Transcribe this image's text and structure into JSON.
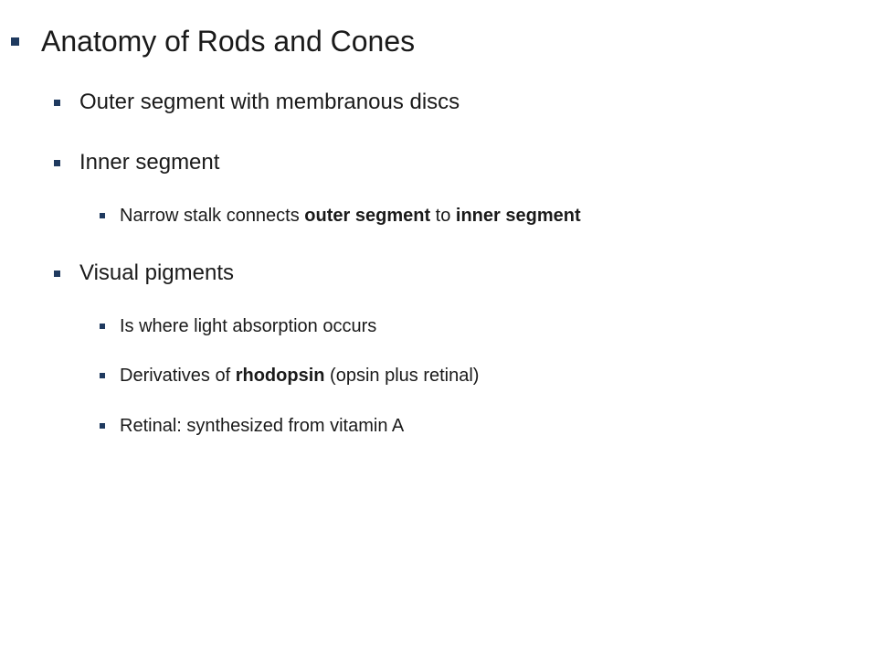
{
  "slide": {
    "title": "Anatomy of Rods and Cones",
    "items": [
      {
        "text_parts": [
          "Outer segment with membranous discs"
        ]
      },
      {
        "text_parts": [
          "Inner segment"
        ]
      },
      {
        "text_parts": [
          "Narrow stalk connects ",
          "outer segment",
          " to ",
          "inner segment"
        ]
      },
      {
        "text_parts": [
          "Visual pigments"
        ]
      },
      {
        "text_parts": [
          "Is where light absorption occurs"
        ]
      },
      {
        "text_parts": [
          "Derivatives of ",
          "rhodopsin",
          " (opsin plus retinal)"
        ]
      },
      {
        "text_parts": [
          "Retinal: synthesized from vitamin A"
        ]
      }
    ]
  },
  "colors": {
    "bullet": "#1f3a5f",
    "text": "#1a1a1a",
    "background": "#ffffff"
  }
}
